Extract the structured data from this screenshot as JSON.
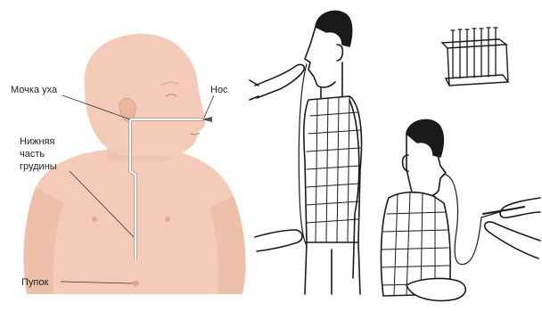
{
  "labels": {
    "ear_lobe": "Мочка уха",
    "nose": "Нос",
    "lower_sternum_line1": "Нижняя",
    "lower_sternum_line2": "часть",
    "lower_sternum_line3": "грудины",
    "navel": "Пупок"
  },
  "colors": {
    "skin": "#f3cbb8",
    "skin_shadow": "#eab6a2",
    "tube": "#ffffff",
    "outline": "#1a1a1a"
  }
}
